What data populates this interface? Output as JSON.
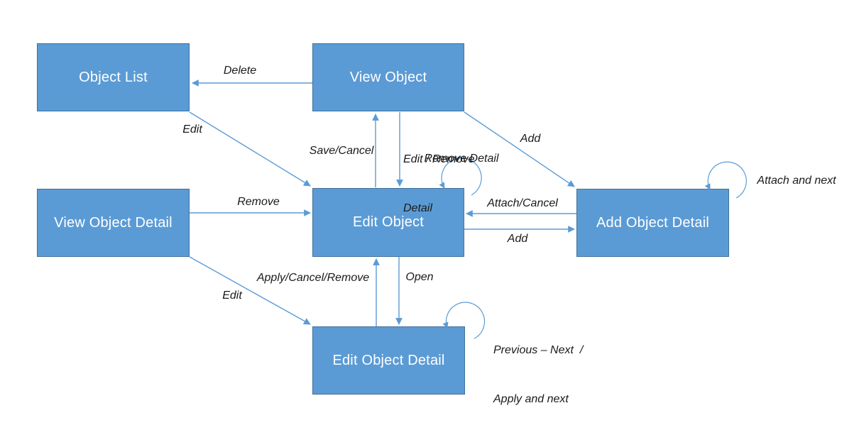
{
  "diagram_type": "state-transition-diagram",
  "colors": {
    "node_fill": "#5b9bd5",
    "node_border": "#41719c",
    "node_text": "#ffffff",
    "connector": "#5b9bd5",
    "label_text": "#1a1a1a",
    "background": "#ffffff"
  },
  "nodes": [
    {
      "id": "object-list",
      "label": "Object List"
    },
    {
      "id": "view-object",
      "label": "View Object"
    },
    {
      "id": "view-object-detail",
      "label": "View Object Detail"
    },
    {
      "id": "edit-object",
      "label": "Edit Object"
    },
    {
      "id": "add-object-detail",
      "label": "Add Object Detail"
    },
    {
      "id": "edit-object-detail",
      "label": "Edit Object Detail"
    }
  ],
  "edges": [
    {
      "from": "view-object",
      "to": "object-list",
      "type": "straight",
      "label": "Delete"
    },
    {
      "from": "object-list",
      "to": "edit-object",
      "type": "straight",
      "label": "Edit"
    },
    {
      "from": "edit-object",
      "to": "view-object",
      "type": "straight",
      "label": "Save/Cancel"
    },
    {
      "from": "view-object",
      "to": "edit-object",
      "type": "straight",
      "label": "Edit / Remove Detail",
      "label_lines": [
        "Edit / Remove",
        "Detail"
      ]
    },
    {
      "from": "view-object",
      "to": "add-object-detail",
      "type": "straight",
      "label": "Add"
    },
    {
      "from": "edit-object",
      "to": "edit-object",
      "type": "self-loop",
      "label": "Remove Detail"
    },
    {
      "from": "add-object-detail",
      "to": "edit-object",
      "type": "straight",
      "label": "Attach/Cancel"
    },
    {
      "from": "edit-object",
      "to": "add-object-detail",
      "type": "straight",
      "label": "Add"
    },
    {
      "from": "view-object-detail",
      "to": "edit-object",
      "type": "straight",
      "label": "Remove"
    },
    {
      "from": "edit-object-detail",
      "to": "edit-object",
      "type": "straight",
      "label": "Apply/Cancel/Remove"
    },
    {
      "from": "edit-object",
      "to": "edit-object-detail",
      "type": "straight",
      "label": "Open"
    },
    {
      "from": "view-object-detail",
      "to": "edit-object-detail",
      "type": "straight",
      "label": "Edit"
    },
    {
      "from": "add-object-detail",
      "to": "add-object-detail",
      "type": "self-loop",
      "label": "Attach and next"
    },
    {
      "from": "edit-object-detail",
      "to": "edit-object-detail",
      "type": "self-loop",
      "label": "Previous – Next  / Apply and next",
      "label_lines": [
        "Previous – Next  /",
        "Apply and next"
      ]
    }
  ]
}
